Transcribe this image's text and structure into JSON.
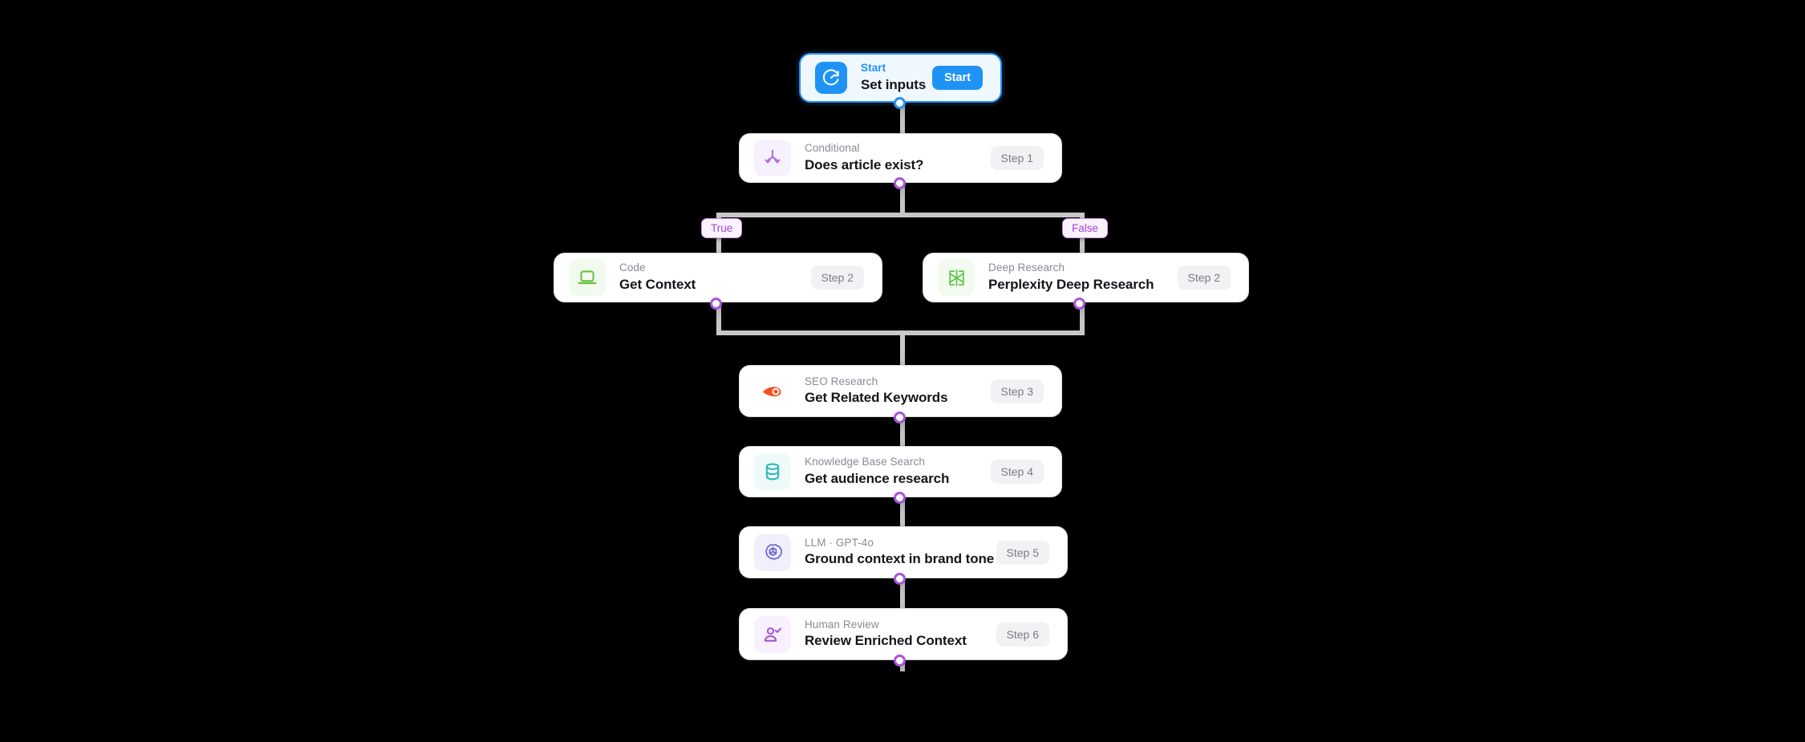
{
  "canvas": {
    "background": "#000000",
    "edge_color": "#c8c8c8"
  },
  "theme": {
    "accent_blue": "#1f93f5",
    "accent_purple": "#a855d8",
    "card_bg": "#ffffff",
    "badge_bg": "#f2f2f4",
    "muted_text": "#8a8a93"
  },
  "nodes": [
    {
      "id": "start",
      "icon": "clock-arrow-icon",
      "icon_color": "#ffffff",
      "icon_bg": "#1f93f5",
      "subtitle": "Start",
      "title": "Set inputs",
      "action_label": "Start"
    },
    {
      "id": "conditional",
      "icon": "branch-split-icon",
      "icon_color": "#b06be0",
      "icon_bg": "#f7f0fd",
      "subtitle": "Conditional",
      "title": "Does article exist?",
      "step": "Step 1"
    },
    {
      "id": "code",
      "icon": "laptop-icon",
      "icon_color": "#68c242",
      "icon_bg": "#f2faef",
      "subtitle": "Code",
      "title": "Get Context",
      "step": "Step 2"
    },
    {
      "id": "deep-research",
      "icon": "perplexity-icon",
      "icon_color": "#62c64a",
      "icon_bg": "#f3faf0",
      "subtitle": "Deep Research",
      "title": "Perplexity Deep Research",
      "step": "Step 2"
    },
    {
      "id": "seo-research",
      "icon": "semrush-comet-icon",
      "icon_color": "#f4511e",
      "icon_bg": "transparent",
      "subtitle": "SEO Research",
      "title": "Get Related Keywords",
      "step": "Step 3"
    },
    {
      "id": "knowledge-base",
      "icon": "database-icon",
      "icon_color": "#2bb8b8",
      "icon_bg": "#eefafa",
      "subtitle": "Knowledge Base Search",
      "title": "Get audience research",
      "step": "Step 4"
    },
    {
      "id": "llm",
      "icon": "openai-icon",
      "icon_color": "#6b62d6",
      "icon_bg": "#f0effb",
      "subtitle": "LLM · GPT-4o",
      "title": "Ground context in brand tone",
      "step": "Step 5"
    },
    {
      "id": "human-review",
      "icon": "user-check-icon",
      "icon_color": "#a855d8",
      "icon_bg": "#f8f1fd",
      "subtitle": "Human Review",
      "title": "Review Enriched Context",
      "step": "Step 6"
    }
  ],
  "branch_labels": [
    {
      "id": "true",
      "label": "True"
    },
    {
      "id": "false",
      "label": "False"
    }
  ]
}
